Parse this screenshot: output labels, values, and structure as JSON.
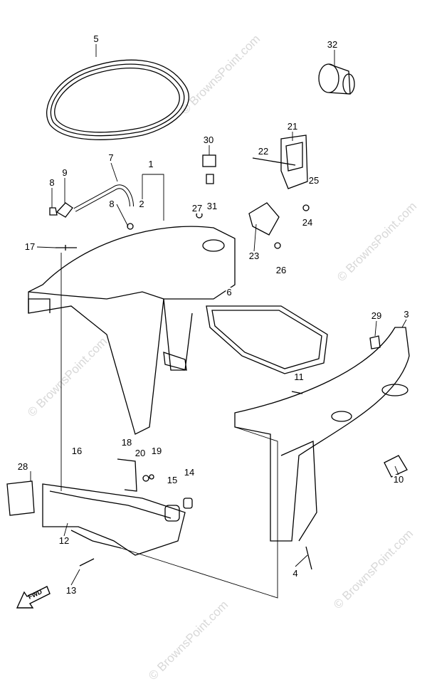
{
  "watermark": "© BrownsPoint.com",
  "fwd_label": "FWD",
  "callouts": [
    "1",
    "2",
    "3",
    "4",
    "5",
    "6",
    "7",
    "8",
    "8",
    "9",
    "10",
    "11",
    "12",
    "13",
    "14",
    "15",
    "16",
    "17",
    "18",
    "19",
    "20",
    "21",
    "22",
    "23",
    "24",
    "25",
    "26",
    "27",
    "28",
    "29",
    "30",
    "31",
    "32"
  ]
}
